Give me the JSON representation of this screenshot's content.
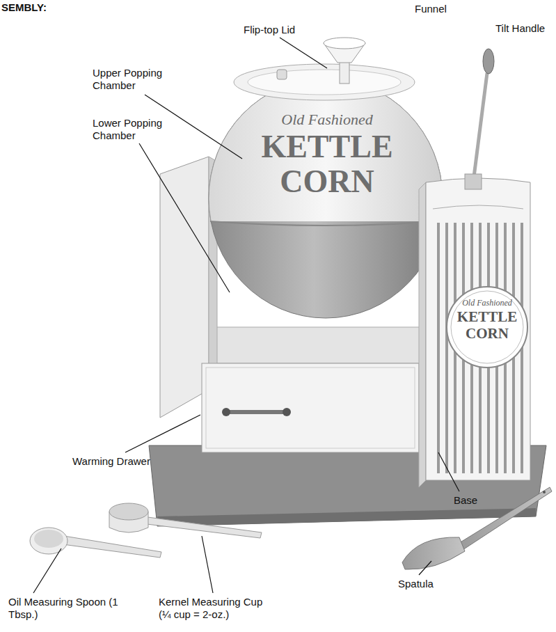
{
  "diagram": {
    "labels": [
      "SEMBLY:",
      "Funnel",
      "Flip-top Lid",
      "Tilt Handle",
      "Upper Popping Chamber",
      "Lower Popping Chamber",
      "Old Fashioned",
      "KETTLE",
      "CORN",
      "Old Fashioned",
      "KETTLE",
      "CORN",
      "Warming Drawer",
      "Base",
      "Oil Measuring Spoon (1 Tbsp.)",
      "Kernel Measuring Cup (¼ cup = 2-oz.)",
      "Spatula"
    ]
  }
}
